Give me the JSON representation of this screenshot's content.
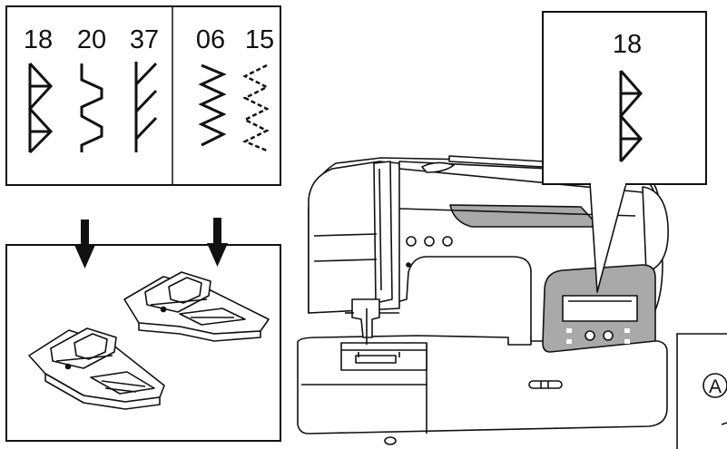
{
  "stitch_panel": {
    "group1_numbers": [
      "18",
      "20",
      "37"
    ],
    "group2_numbers": [
      "06",
      "15"
    ]
  },
  "callout": {
    "stitch_number": "18"
  },
  "side_label": {
    "letter": "A"
  },
  "colors": {
    "line": "#111111",
    "panel_gray": "#a9a9a9",
    "background": "#ffffff"
  }
}
